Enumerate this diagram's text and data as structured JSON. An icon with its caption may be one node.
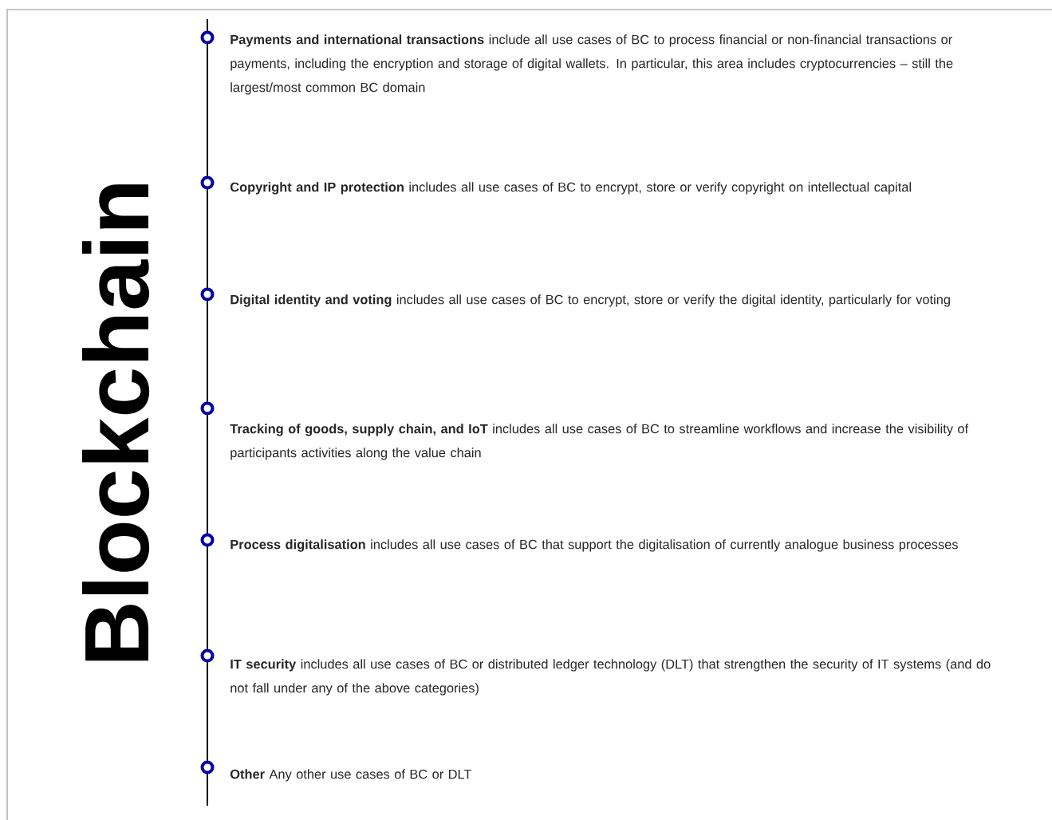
{
  "diagram": {
    "title": "Blockchain",
    "labels": [
      "**Payments and international transactions** include all use cases of BC to process financial or non-financial transactions or payments, including the encryption and storage of digital wallets. In particular, this area includes cryptocurrencies – still the largest/most common BC domain",
      "**Copyright and IP protection** includes all use cases of BC to encrypt, store or verify copyright on intellectual capital",
      "**Digital identity and voting** includes all use cases of BC to encrypt, store or verify the digital identity, particularly for voting",
      "**Tracking of goods, supply chain, and IoT** includes all use cases of BC to streamline workflows and increase the visibility of participants activities along the value chain",
      "**Process digitalisation** includes all use cases of BC that support the digitalisation of currently analogue business processes",
      "**IT security** includes all use cases of BC or distributed ledger technology (DLT) that strengthen the security of IT systems (and do not fall under any of the above categories)",
      "**Other** Any other use cases of BC or DLT"
    ]
  }
}
